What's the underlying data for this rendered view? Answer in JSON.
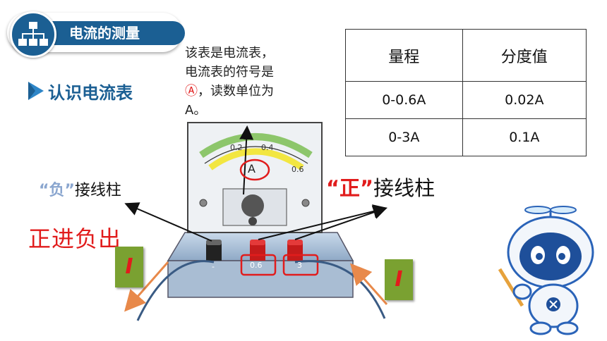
{
  "header": {
    "title": "电流的测量",
    "logo_icon": "hierarchy-icon"
  },
  "subtitle": {
    "text": "认识电流表",
    "icon": "triangle-play-icon"
  },
  "description": {
    "line1": "该表是电流表，",
    "line2": "电流表的符号是",
    "symbol": "Ⓐ",
    "line3_rest": "，读数单位为",
    "line4": "A。"
  },
  "table": {
    "headers": [
      "量程",
      "分度值"
    ],
    "rows": [
      [
        "0-0.6A",
        "0.02A"
      ],
      [
        "0-3A",
        "0.1A"
      ]
    ]
  },
  "meter": {
    "symbol": "A",
    "scale_labels": [
      "0.2",
      "0.4",
      "0.6"
    ],
    "terminal_labels": [
      "-",
      "0.6",
      "3"
    ]
  },
  "labels": {
    "negative_quote": "“负”",
    "negative_text": "接线柱",
    "positive_quote": "“正”",
    "positive_text": "接线柱",
    "slogan": "正进负出",
    "current_symbol": "I"
  },
  "colors": {
    "brand": "#1b5f93",
    "accent_red": "#e11c1c",
    "box_green": "#7aa131"
  }
}
